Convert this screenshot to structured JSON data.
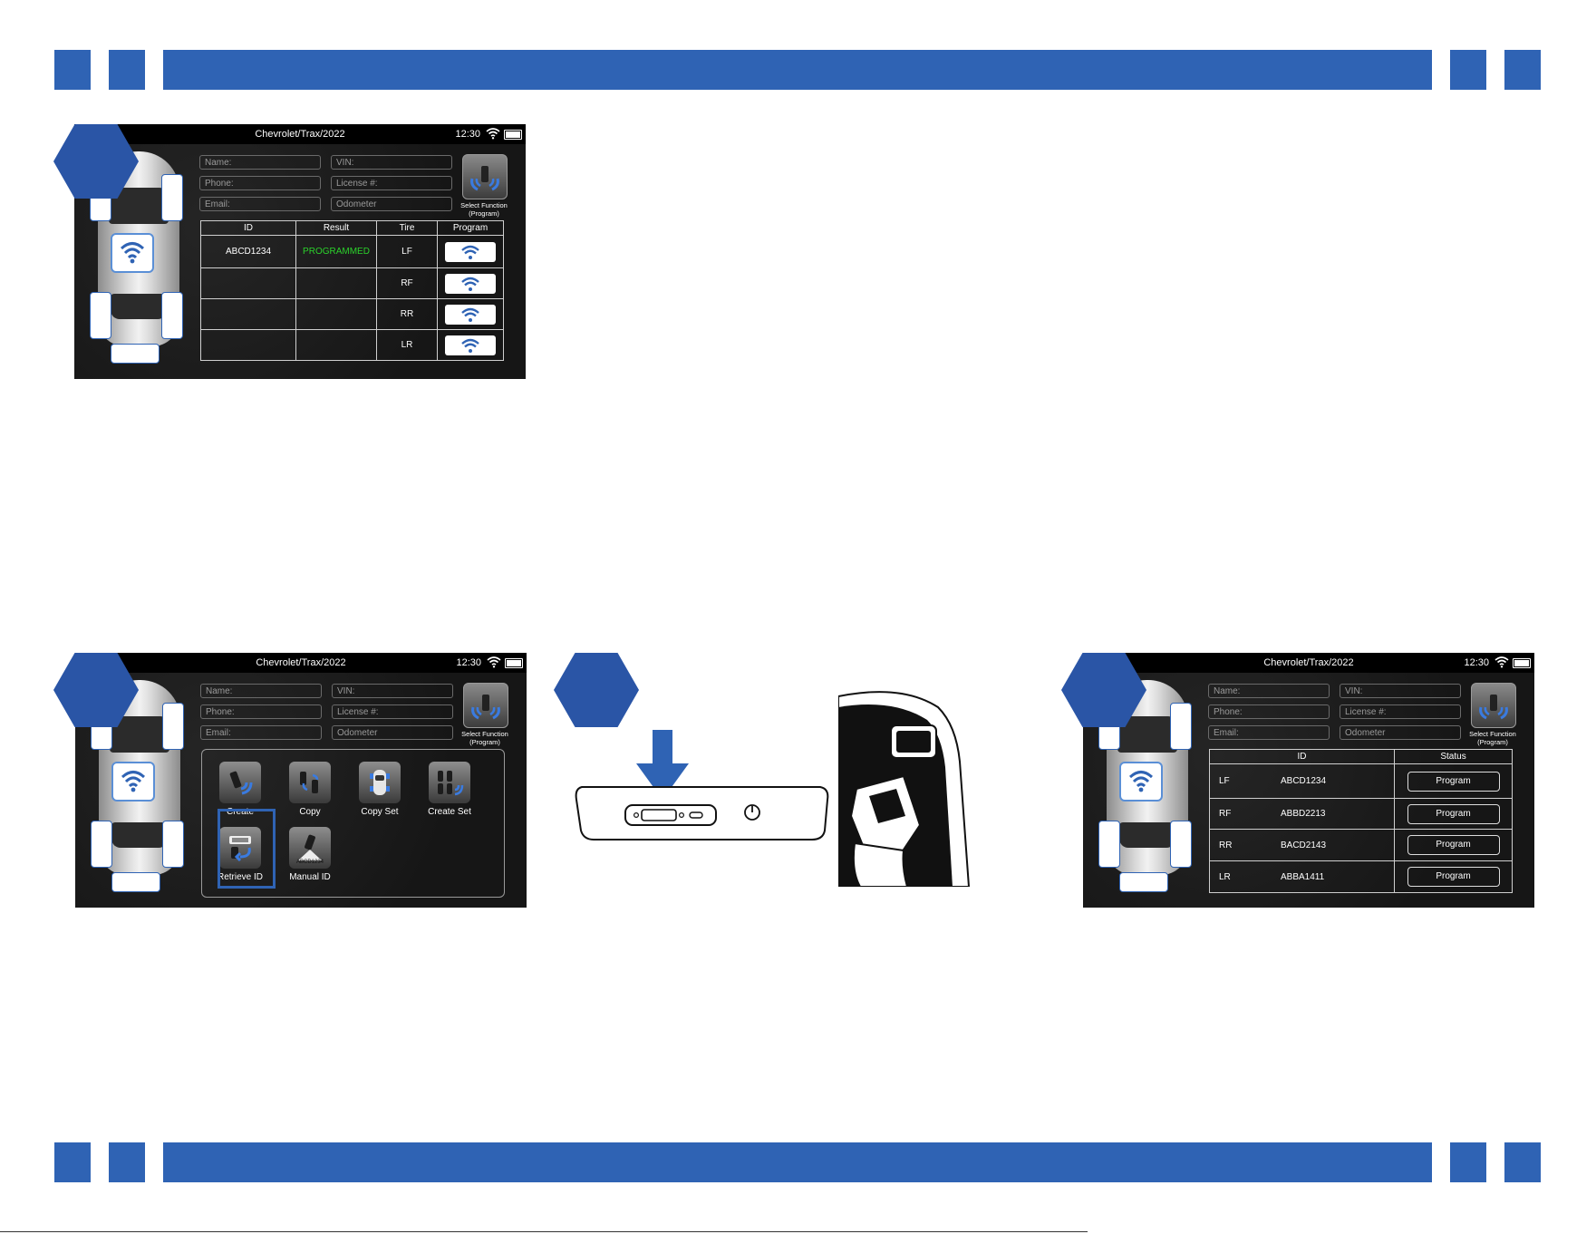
{
  "colors": {
    "accent": "#2f63b4",
    "screen_bg": "#1a1a1a",
    "programmed": "#2bd22b"
  },
  "screen_common": {
    "title": "Chevrolet/Trax/2022",
    "clock": "12:30",
    "fields": {
      "name": "Name:",
      "vin": "VIN:",
      "phone": "Phone:",
      "license": "License #:",
      "email": "Email:",
      "odometer": "Odometer"
    },
    "select_function_line1": "Select Function",
    "select_function_line2": "(Program)"
  },
  "screen1": {
    "headers": {
      "id": "ID",
      "result": "Result",
      "tire": "Tire",
      "program": "Program"
    },
    "rows": [
      {
        "id": "ABCD1234",
        "result": "PROGRAMMED",
        "tire": "LF"
      },
      {
        "id": "",
        "result": "",
        "tire": "RF"
      },
      {
        "id": "",
        "result": "",
        "tire": "RR"
      },
      {
        "id": "",
        "result": "",
        "tire": "LR"
      }
    ]
  },
  "screen2": {
    "functions": [
      {
        "label": "Create",
        "icon": "sensor-wave-icon"
      },
      {
        "label": "Copy",
        "icon": "copy-sensors-icon"
      },
      {
        "label": "Copy Set",
        "icon": "car-top-icon"
      },
      {
        "label": "Create Set",
        "icon": "sensor-set-icon"
      },
      {
        "label": "Retrieve ID",
        "icon": "obd-retrieve-icon"
      },
      {
        "label": "Manual ID",
        "icon": "manual-id-icon",
        "badge": "ABCD1234"
      }
    ]
  },
  "screen3": {
    "headers": {
      "id": "ID",
      "status": "Status"
    },
    "rows": [
      {
        "tire": "LF",
        "id": "ABCD1234",
        "button": "Program"
      },
      {
        "tire": "RF",
        "id": "ABBD2213",
        "button": "Program"
      },
      {
        "tire": "RR",
        "id": "BACD2143",
        "button": "Program"
      },
      {
        "tire": "LR",
        "id": "ABBA1411",
        "button": "Program"
      }
    ]
  }
}
